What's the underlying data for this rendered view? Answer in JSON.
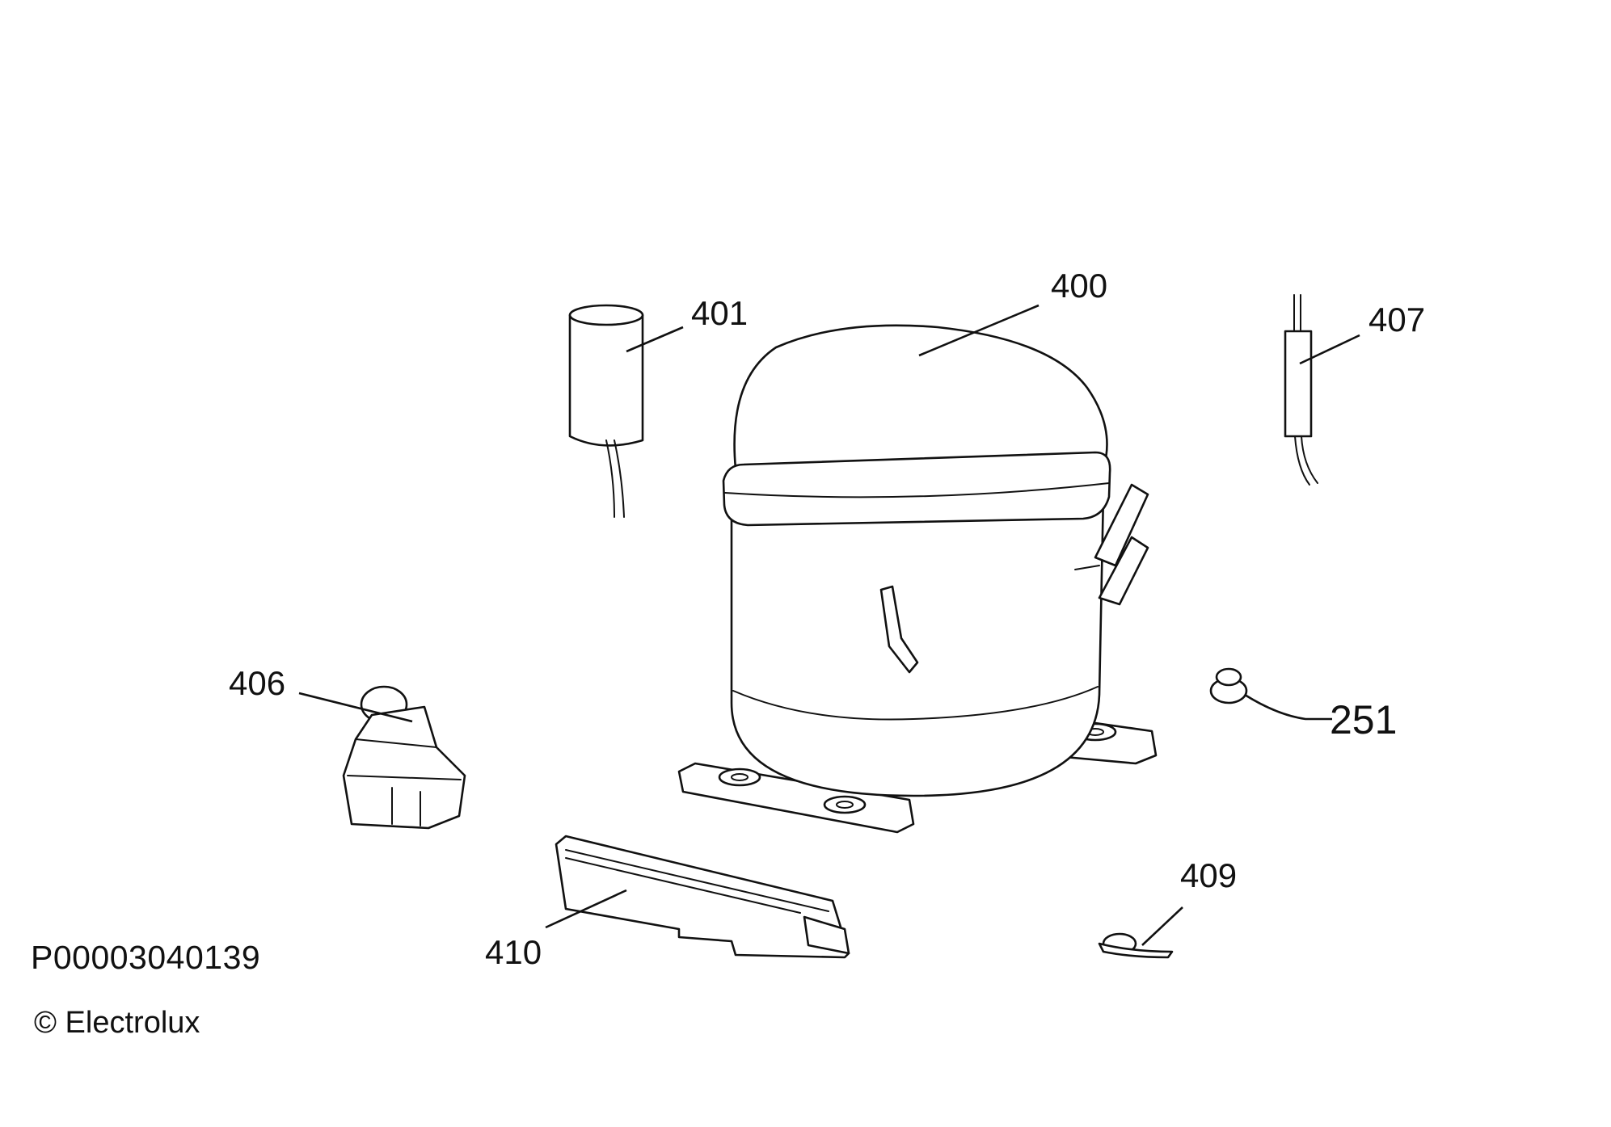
{
  "diagram": {
    "callouts": [
      {
        "id": "compressor",
        "label": "400"
      },
      {
        "id": "capacitor",
        "label": "401"
      },
      {
        "id": "filter-drier",
        "label": "407"
      },
      {
        "id": "relay",
        "label": "406"
      },
      {
        "id": "grommet",
        "label": "251"
      },
      {
        "id": "clip",
        "label": "409"
      },
      {
        "id": "cover",
        "label": "410"
      }
    ]
  },
  "footer": {
    "part_number": "P00003040139",
    "copyright": "© Electrolux"
  }
}
